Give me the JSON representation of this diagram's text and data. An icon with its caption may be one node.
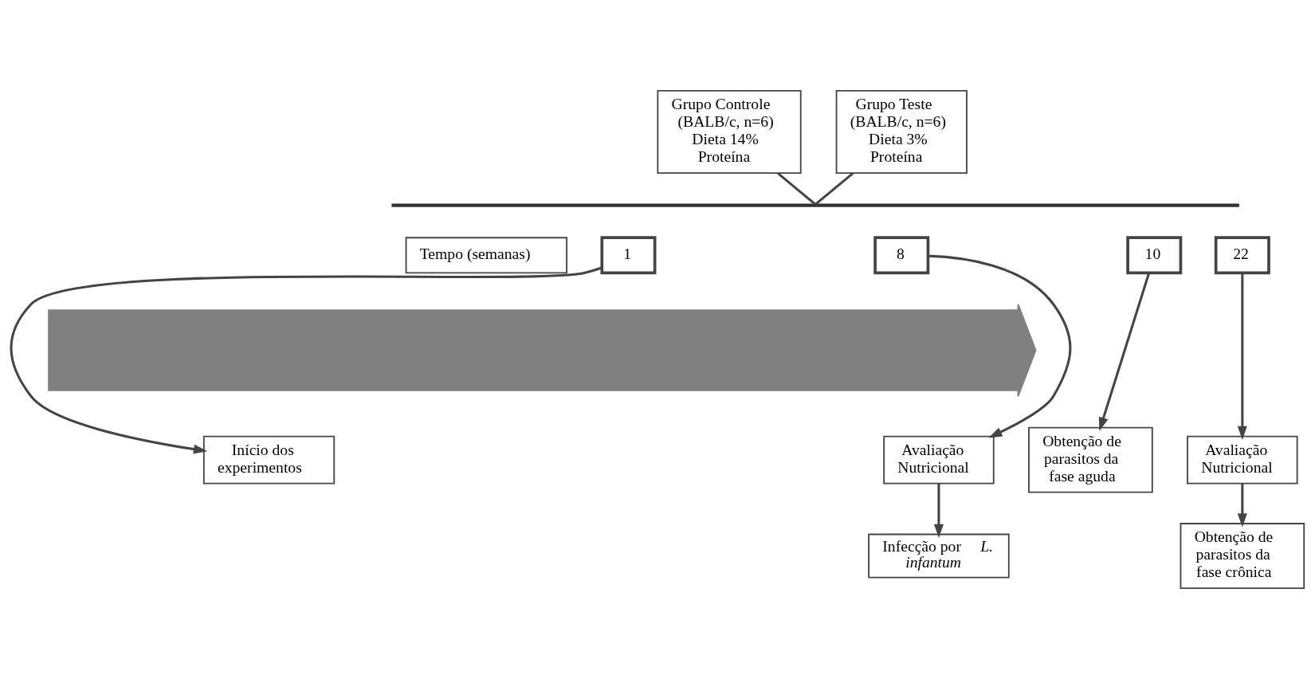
{
  "diagram": {
    "nodes": [
      {
        "text": [
          "Grupo Controle (BALB/c, n=6) Dieta 14% Proteína"
        ]
      },
      {
        "text": [
          "Grupo Teste (BALB/c, n=6) Dieta 3% Proteína"
        ]
      },
      {
        "text": [],
        "shape": "bar"
      },
      {
        "text": [
          "Tempo (semanas)"
        ]
      },
      {
        "text": [
          "1"
        ]
      },
      {
        "text": [
          "8"
        ]
      },
      {
        "text": [
          "10"
        ]
      },
      {
        "text": [
          "22"
        ]
      },
      {
        "text": [],
        "shape": "arrow"
      },
      {
        "text": [
          "Início dos experimentos"
        ]
      },
      {
        "text": [
          "Avaliação Nutricional"
        ]
      },
      {
        "text": [
          "Infecção por *L. infantum*"
        ]
      },
      {
        "text": [
          "Obtenção de parasitos da fase aguda"
        ]
      },
      {
        "text": [
          "Avaliação Nutricional"
        ]
      },
      {
        "text": [
          "Obtenção de parasitos da fase crônica"
        ]
      }
    ],
    "edges": [
      {
        "from": 0,
        "to": 2,
        "arrow": "none"
      },
      {
        "from": 1,
        "to": 2,
        "arrow": "none"
      },
      {
        "from": 4,
        "to": 9,
        "arrow": "to"
      },
      {
        "from": 5,
        "to": 10,
        "arrow": "to"
      },
      {
        "from": 10,
        "to": 11,
        "arrow": "to"
      },
      {
        "from": 6,
        "to": 12,
        "arrow": "to"
      },
      {
        "from": 7,
        "to": 13,
        "arrow": "to"
      },
      {
        "from": 13,
        "to": 14,
        "arrow": "to"
      }
    ]
  }
}
